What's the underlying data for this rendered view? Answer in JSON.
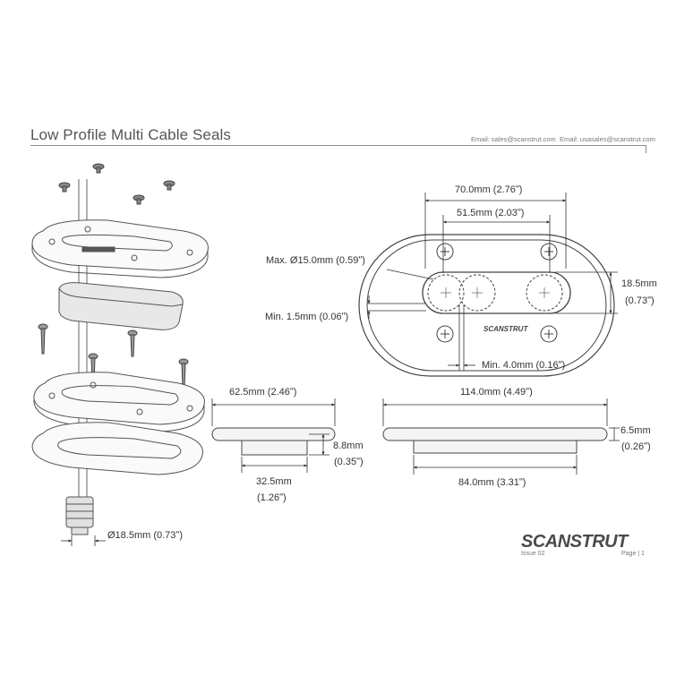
{
  "header": {
    "title": "Low Profile Multi Cable Seals",
    "email_sales": "Email: sales@scanstrut.com",
    "email_us": "Email: usasales@scanstrut.com"
  },
  "dimensions": {
    "width_70": "70.0mm (2.76ʺ)",
    "width_51": "51.5mm (2.03ʺ)",
    "max_hole": "Max. Ø15.0mm (0.59ʺ)",
    "min_edge": "Min. 1.5mm (0.06ʺ)",
    "height_18": "18.5mm",
    "height_18_in": "(0.73ʺ)",
    "min_spacing": "Min. 4.0mm (0.16ʺ)",
    "side_width": "62.5mm (2.46ʺ)",
    "side_height": "8.8mm",
    "side_height_in": "(0.35ʺ)",
    "side_base": "32.5mm",
    "side_base_in": "(1.26ʺ)",
    "front_width": "114.0mm (4.49ʺ)",
    "front_height": "6.5mm",
    "front_height_in": "(0.26ʺ)",
    "front_base": "84.0mm (3.31ʺ)",
    "cable": "Ø18.5mm (0.73ʺ)"
  },
  "product_label": "SCANSTRUT",
  "footer": {
    "logo": "SCANSTRUT",
    "issue": "Issue 02",
    "page": "Page | 1"
  }
}
